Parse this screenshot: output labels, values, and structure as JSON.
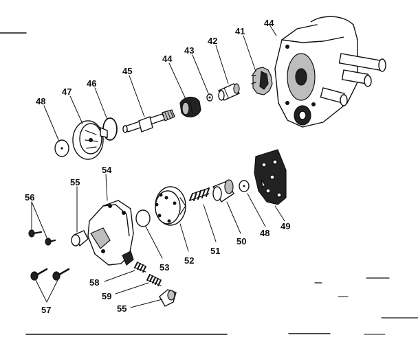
{
  "diagram": {
    "type": "exploded-parts-view",
    "parts": [
      {
        "key": "p44a",
        "label": "44",
        "icon": "valve-housing-icon"
      },
      {
        "key": "p41",
        "label": "41",
        "icon": "gear-cap-icon"
      },
      {
        "key": "p42",
        "label": "42",
        "icon": "cylinder-pin-icon"
      },
      {
        "key": "p43",
        "label": "43",
        "icon": "small-washer-icon"
      },
      {
        "key": "p44",
        "label": "44",
        "icon": "ball-plug-icon"
      },
      {
        "key": "p45",
        "label": "45",
        "icon": "screw-stem-icon"
      },
      {
        "key": "p46",
        "label": "46",
        "icon": "o-ring-icon"
      },
      {
        "key": "p47",
        "label": "47",
        "icon": "impeller-disc-icon"
      },
      {
        "key": "p48a",
        "label": "48",
        "icon": "flat-washer-icon"
      },
      {
        "key": "p49",
        "label": "49",
        "icon": "gasket-plate-icon"
      },
      {
        "key": "p48b",
        "label": "48",
        "icon": "flat-washer-icon"
      },
      {
        "key": "p50",
        "label": "50",
        "icon": "cup-plug-icon"
      },
      {
        "key": "p51",
        "label": "51",
        "icon": "coil-spring-icon"
      },
      {
        "key": "p52",
        "label": "52",
        "icon": "rotor-disc-icon"
      },
      {
        "key": "p53",
        "label": "53",
        "icon": "flat-washer-icon"
      },
      {
        "key": "p54",
        "label": "54",
        "icon": "pump-cover-icon"
      },
      {
        "key": "p55a",
        "label": "55",
        "icon": "cap-fitting-icon"
      },
      {
        "key": "p56",
        "label": "56",
        "icon": "small-screw-icon"
      },
      {
        "key": "p57",
        "label": "57",
        "icon": "mounting-screw-icon"
      },
      {
        "key": "p58",
        "label": "58",
        "icon": "small-spring-icon"
      },
      {
        "key": "p59",
        "label": "59",
        "icon": "small-spring-icon"
      },
      {
        "key": "p55b",
        "label": "55",
        "icon": "cap-fitting-icon"
      }
    ]
  }
}
